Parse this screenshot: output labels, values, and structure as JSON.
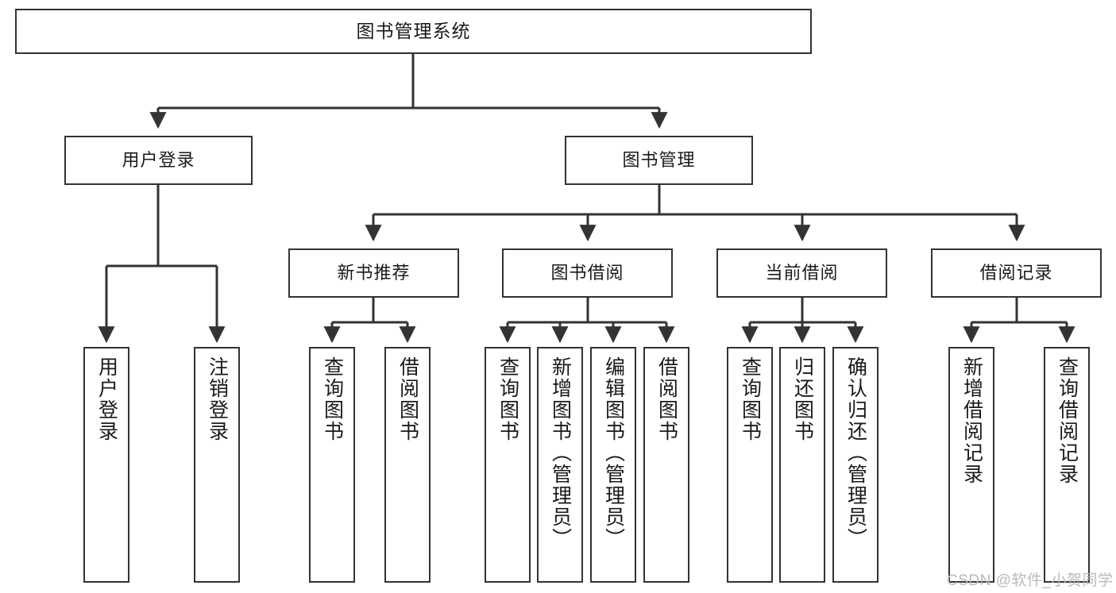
{
  "diagram": {
    "type": "tree",
    "title": "图书管理系统",
    "root": {
      "label": "图书管理系统"
    },
    "level1": [
      {
        "label": "用户登录"
      },
      {
        "label": "图书管理"
      }
    ],
    "level2": [
      {
        "label": "新书推荐"
      },
      {
        "label": "图书借阅"
      },
      {
        "label": "当前借阅"
      },
      {
        "label": "借阅记录"
      }
    ],
    "leaves": {
      "user_login": [
        {
          "label": "用户登录"
        },
        {
          "label": "注销登录"
        }
      ],
      "new_book_recommend": [
        {
          "label": "查询图书"
        },
        {
          "label": "借阅图书"
        }
      ],
      "book_borrow": [
        {
          "label": "查询图书"
        },
        {
          "label": "新增图书（管理员）"
        },
        {
          "label": "编辑图书（管理员）"
        },
        {
          "label": "借阅图书"
        }
      ],
      "current_borrow": [
        {
          "label": "查询图书"
        },
        {
          "label": "归还图书"
        },
        {
          "label": "确认归还（管理员）"
        }
      ],
      "borrow_record": [
        {
          "label": "新增借阅记录"
        },
        {
          "label": "查询借阅记录"
        }
      ]
    }
  },
  "colors": {
    "stroke": "#333333",
    "fill": "#ffffff",
    "text": "#1a1a1a",
    "watermark": "#b9b9b9"
  },
  "watermark": {
    "text": "CSDN @软件_小贺同学"
  }
}
